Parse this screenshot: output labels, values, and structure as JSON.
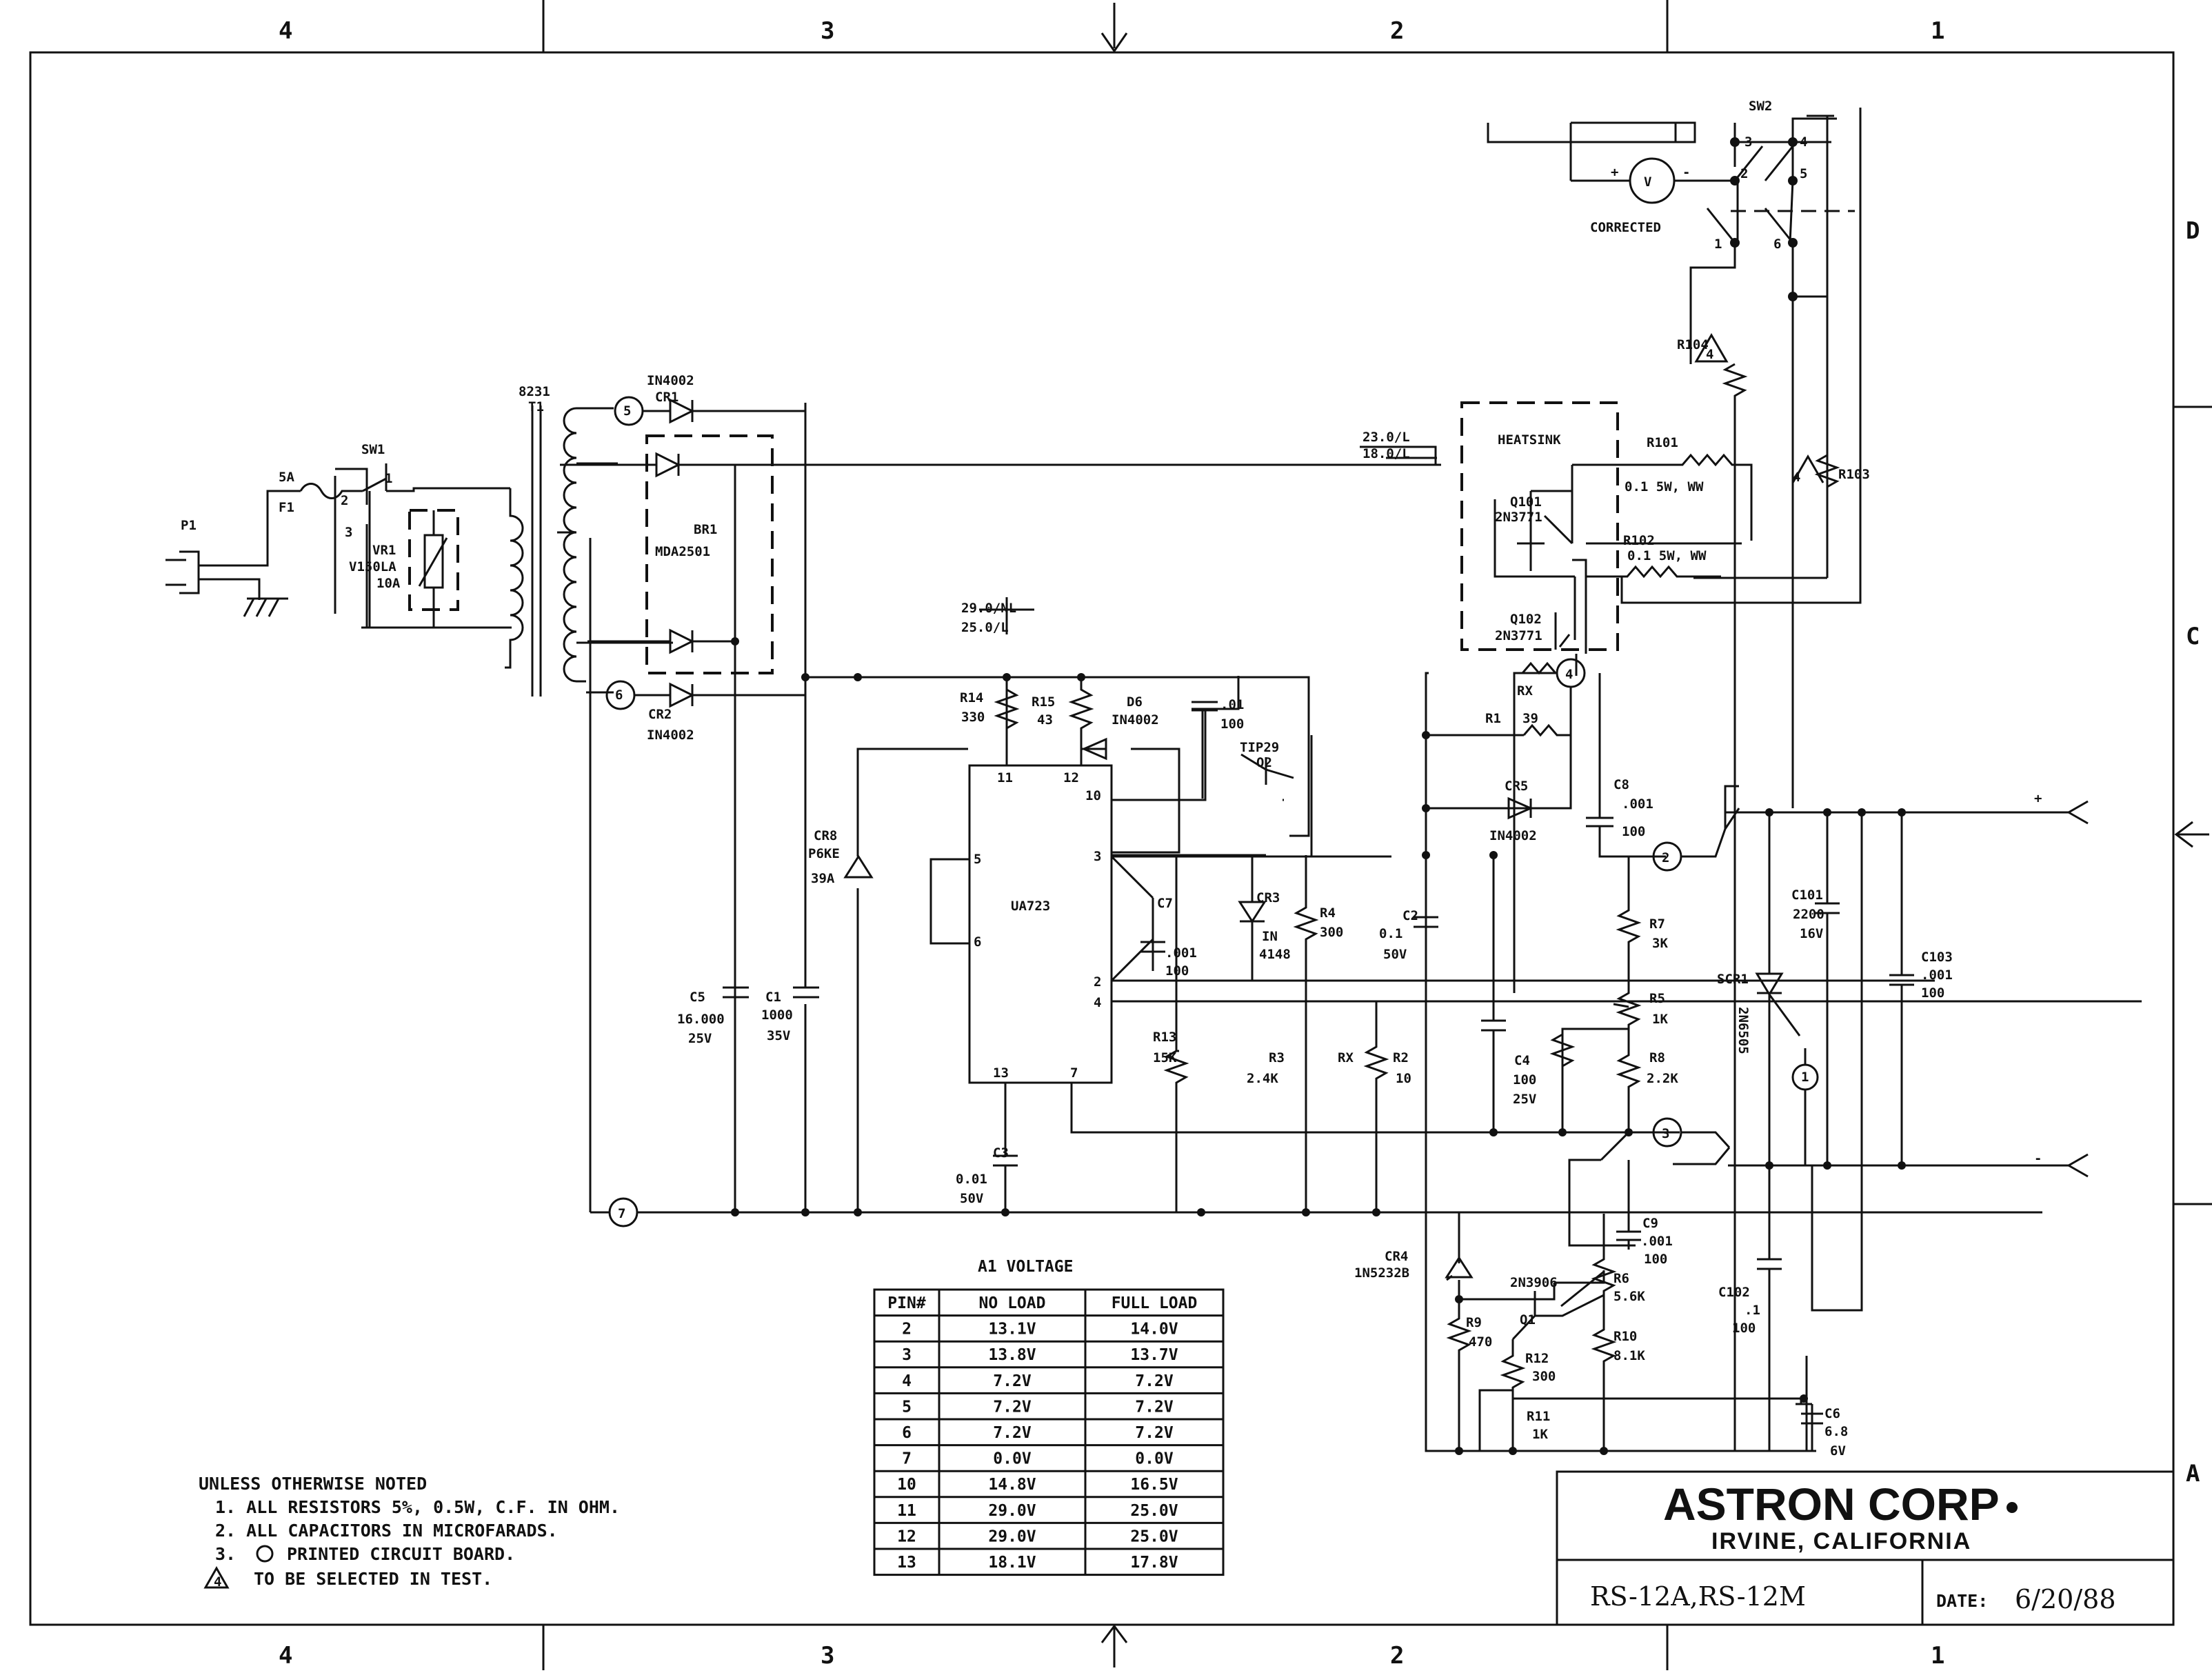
{
  "zones": {
    "top": [
      "4",
      "3",
      "2",
      "1"
    ],
    "bottom": [
      "4",
      "3",
      "2",
      "1"
    ],
    "right": [
      "D",
      "C",
      "A"
    ]
  },
  "title_block": {
    "company": "ASTRON CORP",
    "location": "IRVINE, CALIFORNIA",
    "model": "RS-12A,RS-12M",
    "date_label": "DATE:",
    "date": "6/20/88"
  },
  "notes": {
    "heading": "UNLESS OTHERWISE NOTED",
    "items": [
      "1. ALL RESISTORS 5%, 0.5W, C.F. IN OHM.",
      "2. ALL CAPACITORS IN MICROFARADS.",
      "3.",
      "PRINTED CIRCUIT BOARD.",
      "TO BE SELECTED IN TEST."
    ]
  },
  "voltage_table": {
    "title": "A1 VOLTAGE",
    "headers": [
      "PIN#",
      "NO LOAD",
      "FULL LOAD"
    ],
    "rows": [
      [
        "2",
        "13.1V",
        "14.0V"
      ],
      [
        "3",
        "13.8V",
        "13.7V"
      ],
      [
        "4",
        "7.2V",
        "7.2V"
      ],
      [
        "5",
        "7.2V",
        "7.2V"
      ],
      [
        "6",
        "7.2V",
        "7.2V"
      ],
      [
        "7",
        "0.0V",
        "0.0V"
      ],
      [
        "10",
        "14.8V",
        "16.5V"
      ],
      [
        "11",
        "29.0V",
        "25.0V"
      ],
      [
        "12",
        "29.0V",
        "25.0V"
      ],
      [
        "13",
        "18.1V",
        "17.8V"
      ]
    ]
  },
  "labels": {
    "p1": "P1",
    "f1": "F1",
    "f1_rating": "5A",
    "sw1": "SW1",
    "sw1_1": "1",
    "sw1_2": "2",
    "sw1_3": "3",
    "vr1": "VR1",
    "vr1_part": "V150LA",
    "vr1_rating": "10A",
    "t1_part": "8231",
    "t1": "T1",
    "cr1_part": "IN4002",
    "cr1": "CR1",
    "cr2": "CR2",
    "cr2_part": "IN4002",
    "br1": "BR1",
    "br1_part": "MDA2501",
    "node5": "5",
    "node6": "6",
    "node7": "7",
    "node4": "4",
    "node2": "2",
    "node3": "3",
    "node1": "1",
    "c5": "C5",
    "c5_val": "16.000",
    "c5_v": "25V",
    "c1": "C1",
    "c1_val": "1000",
    "c1_v": "35V",
    "cr8": "CR8",
    "cr8_part": "P6KE",
    "cr8_v": "39A",
    "nl_top": "29.0/NL",
    "nl_bot": "25.0/L",
    "r14": "R14",
    "r14_val": "330",
    "r15": "R15",
    "r15_val": "43",
    "d6": "D6",
    "d6_part": "IN4002",
    "c01": ".01",
    "c01_v": "100",
    "tip29": "TIP29",
    "q2": "Q2",
    "ic": "UA723",
    "pin11": "11",
    "pin12": "12",
    "pin10": "10",
    "pin3": "3",
    "pin5": "5",
    "pin6": "6",
    "pin2": "2",
    "pin4": "4",
    "pin13": "13",
    "pin7": "7",
    "c7": "C7",
    "c7_val": ".001",
    "c7_v": "100",
    "cr3": "CR3",
    "cr3_part": "IN",
    "cr3_part2": "4148",
    "r4": "R4",
    "r4_val": "300",
    "r13": "R13",
    "r13_val": "15K",
    "r3": "R3",
    "r3_val": "2.4K",
    "rx": "RX",
    "r2": "R2",
    "r2_val": "10",
    "c3": "C3",
    "c3_val": "0.01",
    "c3_v": "50V",
    "c2": "C2",
    "c2_val": "0.1",
    "c2_v": "50V",
    "c4": "C4",
    "c4_val": "100",
    "c4_v": "25V",
    "tap_top": "23.0/L",
    "tap_bot": "18.0/L",
    "heatsink": "HEATSINK",
    "q101": "Q101",
    "q101_part": "2N3771",
    "q102": "Q102",
    "q102_part": "2N3771",
    "r101": "R101",
    "r101_val": "0.1 5W, WW",
    "r102": "R102",
    "r102_val": "0.1 5W, WW",
    "rx2": "RX",
    "r1": "R1",
    "r1_val": "39",
    "cr5": "CR5",
    "cr5_part": "IN4002",
    "c8": "C8",
    "c8_val": ".001",
    "c8_v": "100",
    "r7": "R7",
    "r7_val": "3K",
    "r5": "R5",
    "r5_val": "1K",
    "r8": "R8",
    "r8_val": "2.2K",
    "sw2": "SW2",
    "sw2_3": "3",
    "sw2_4": "4",
    "sw2_2": "2",
    "sw2_5": "5",
    "sw2_1": "1",
    "sw2_6": "6",
    "meter": "V",
    "corrected": "CORRECTED",
    "plus": "+",
    "minus": "-",
    "r104": "R104",
    "r103": "R103",
    "tri": "4",
    "c101": "C101",
    "c101_val": "2200",
    "c101_v": "16V",
    "c103": "C103",
    "c103_val": ".001",
    "c103_v": "100",
    "scr1": "SCR1",
    "scr1_part": "2N6505",
    "c9": "C9",
    "c9_val": ".001",
    "c9_v": "100",
    "c102": "C102",
    "c102_val": ".1",
    "c102_v": "100",
    "cr4": "CR4",
    "cr4_part": "1N5232B",
    "q1_part": "2N3906",
    "q1": "Q1",
    "r6": "R6",
    "r6_val": "5.6K",
    "r9": "R9",
    "r9_val": "470",
    "r10": "R10",
    "r10_val": "8.1K",
    "r12": "R12",
    "r12_val": "300",
    "r11": "R11",
    "r11_val": "1K",
    "c6": "C6",
    "c6_val": "6.8",
    "c6_v": "6V"
  }
}
